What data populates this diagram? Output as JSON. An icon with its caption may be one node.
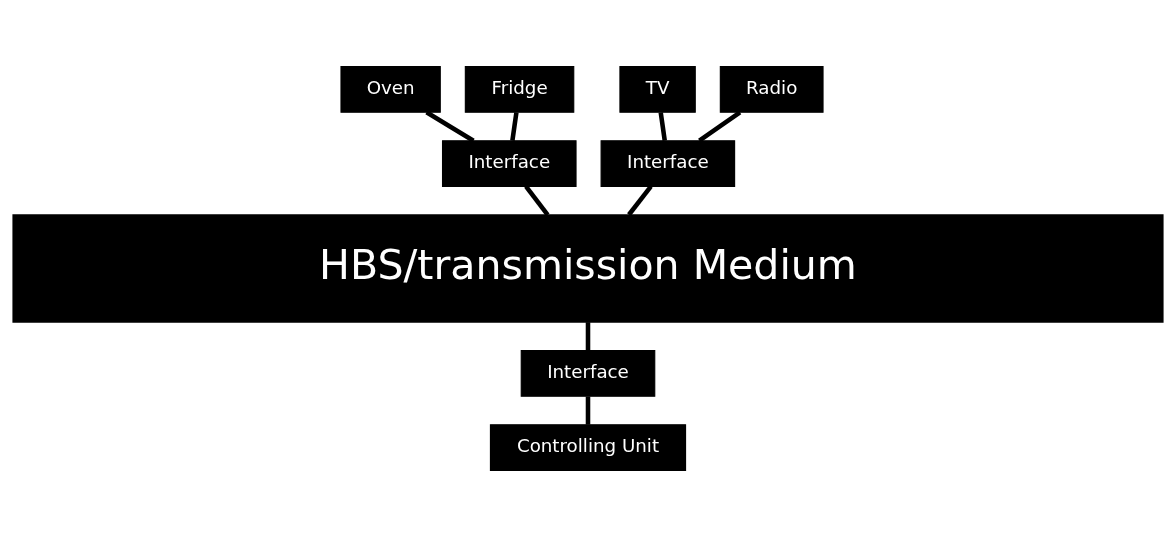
{
  "diagram": {
    "nodes": [
      {
        "text": [
          "Oven"
        ]
      },
      {
        "text": [
          "Fridge"
        ]
      },
      {
        "text": [
          "TV"
        ]
      },
      {
        "text": [
          "Radio"
        ]
      },
      {
        "text": [
          "Interface"
        ]
      },
      {
        "text": [
          "Interface"
        ]
      },
      {
        "text": [
          "HBS/transmission Medium"
        ]
      },
      {
        "text": [
          "Interface"
        ]
      },
      {
        "text": [
          "Controlling Unit"
        ]
      }
    ],
    "edges": [
      {
        "from": 0,
        "to": 4,
        "arrow": "none"
      },
      {
        "from": 1,
        "to": 4,
        "arrow": "none"
      },
      {
        "from": 2,
        "to": 5,
        "arrow": "none"
      },
      {
        "from": 3,
        "to": 5,
        "arrow": "none"
      },
      {
        "from": 4,
        "to": 6,
        "arrow": "none"
      },
      {
        "from": 5,
        "to": 6,
        "arrow": "none"
      },
      {
        "from": 6,
        "to": 7,
        "arrow": "none"
      },
      {
        "from": 7,
        "to": 8,
        "arrow": "none"
      }
    ]
  }
}
